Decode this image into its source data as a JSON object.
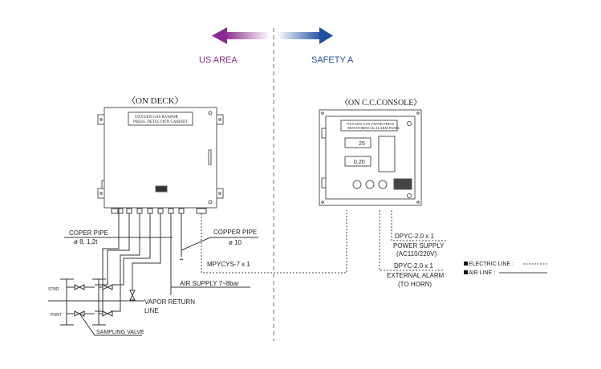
{
  "zones": {
    "left_label": "US AREA",
    "right_label": "SAFETY A",
    "left_color": "#8a2c8f",
    "right_color": "#1f4fa0"
  },
  "deck": {
    "title": "〈ON DECK〉",
    "plate_line1": "OXYGEN GAS &VAPOR",
    "plate_line2": "PRESS. DETECTION CABINET"
  },
  "console": {
    "title": "〈ON C.C.CONSOLE〉",
    "plate_line1": "OXYGEN GAS VAPOR PRESS",
    "plate_line2": "MONITORING & ALARM PANEL",
    "display1": "25",
    "display2": "0.20"
  },
  "labels": {
    "coper_pipe": "COPER PIPE",
    "coper_pipe_spec": "ø 8,  1,2t",
    "copper_pipe": "COPPER PIPE",
    "copper_pipe_spec": "ø 10",
    "cable": "MPYCYS-7 x 1",
    "air_supply": "AIR SUPPLY 7~8bar",
    "vapor_return_1": "VAPOR RETURN",
    "vapor_return_2": "LINE",
    "stbd": "STBD'",
    "port": "PORT",
    "sampling_valve": "SAMPLING VALVE",
    "power_cable": "DPYC-2.0 x 1",
    "power_supply_1": "POWER SUPPLY",
    "power_supply_2": "(AC110/220V)",
    "alarm_cable": "DPYC-2.0 x 1",
    "alarm_1": "EXTERNAL ALARM",
    "alarm_2": "(TO HORN)"
  },
  "legend": {
    "electric": "ELECTRIC LINE :",
    "air": "AIR LINE  :"
  }
}
